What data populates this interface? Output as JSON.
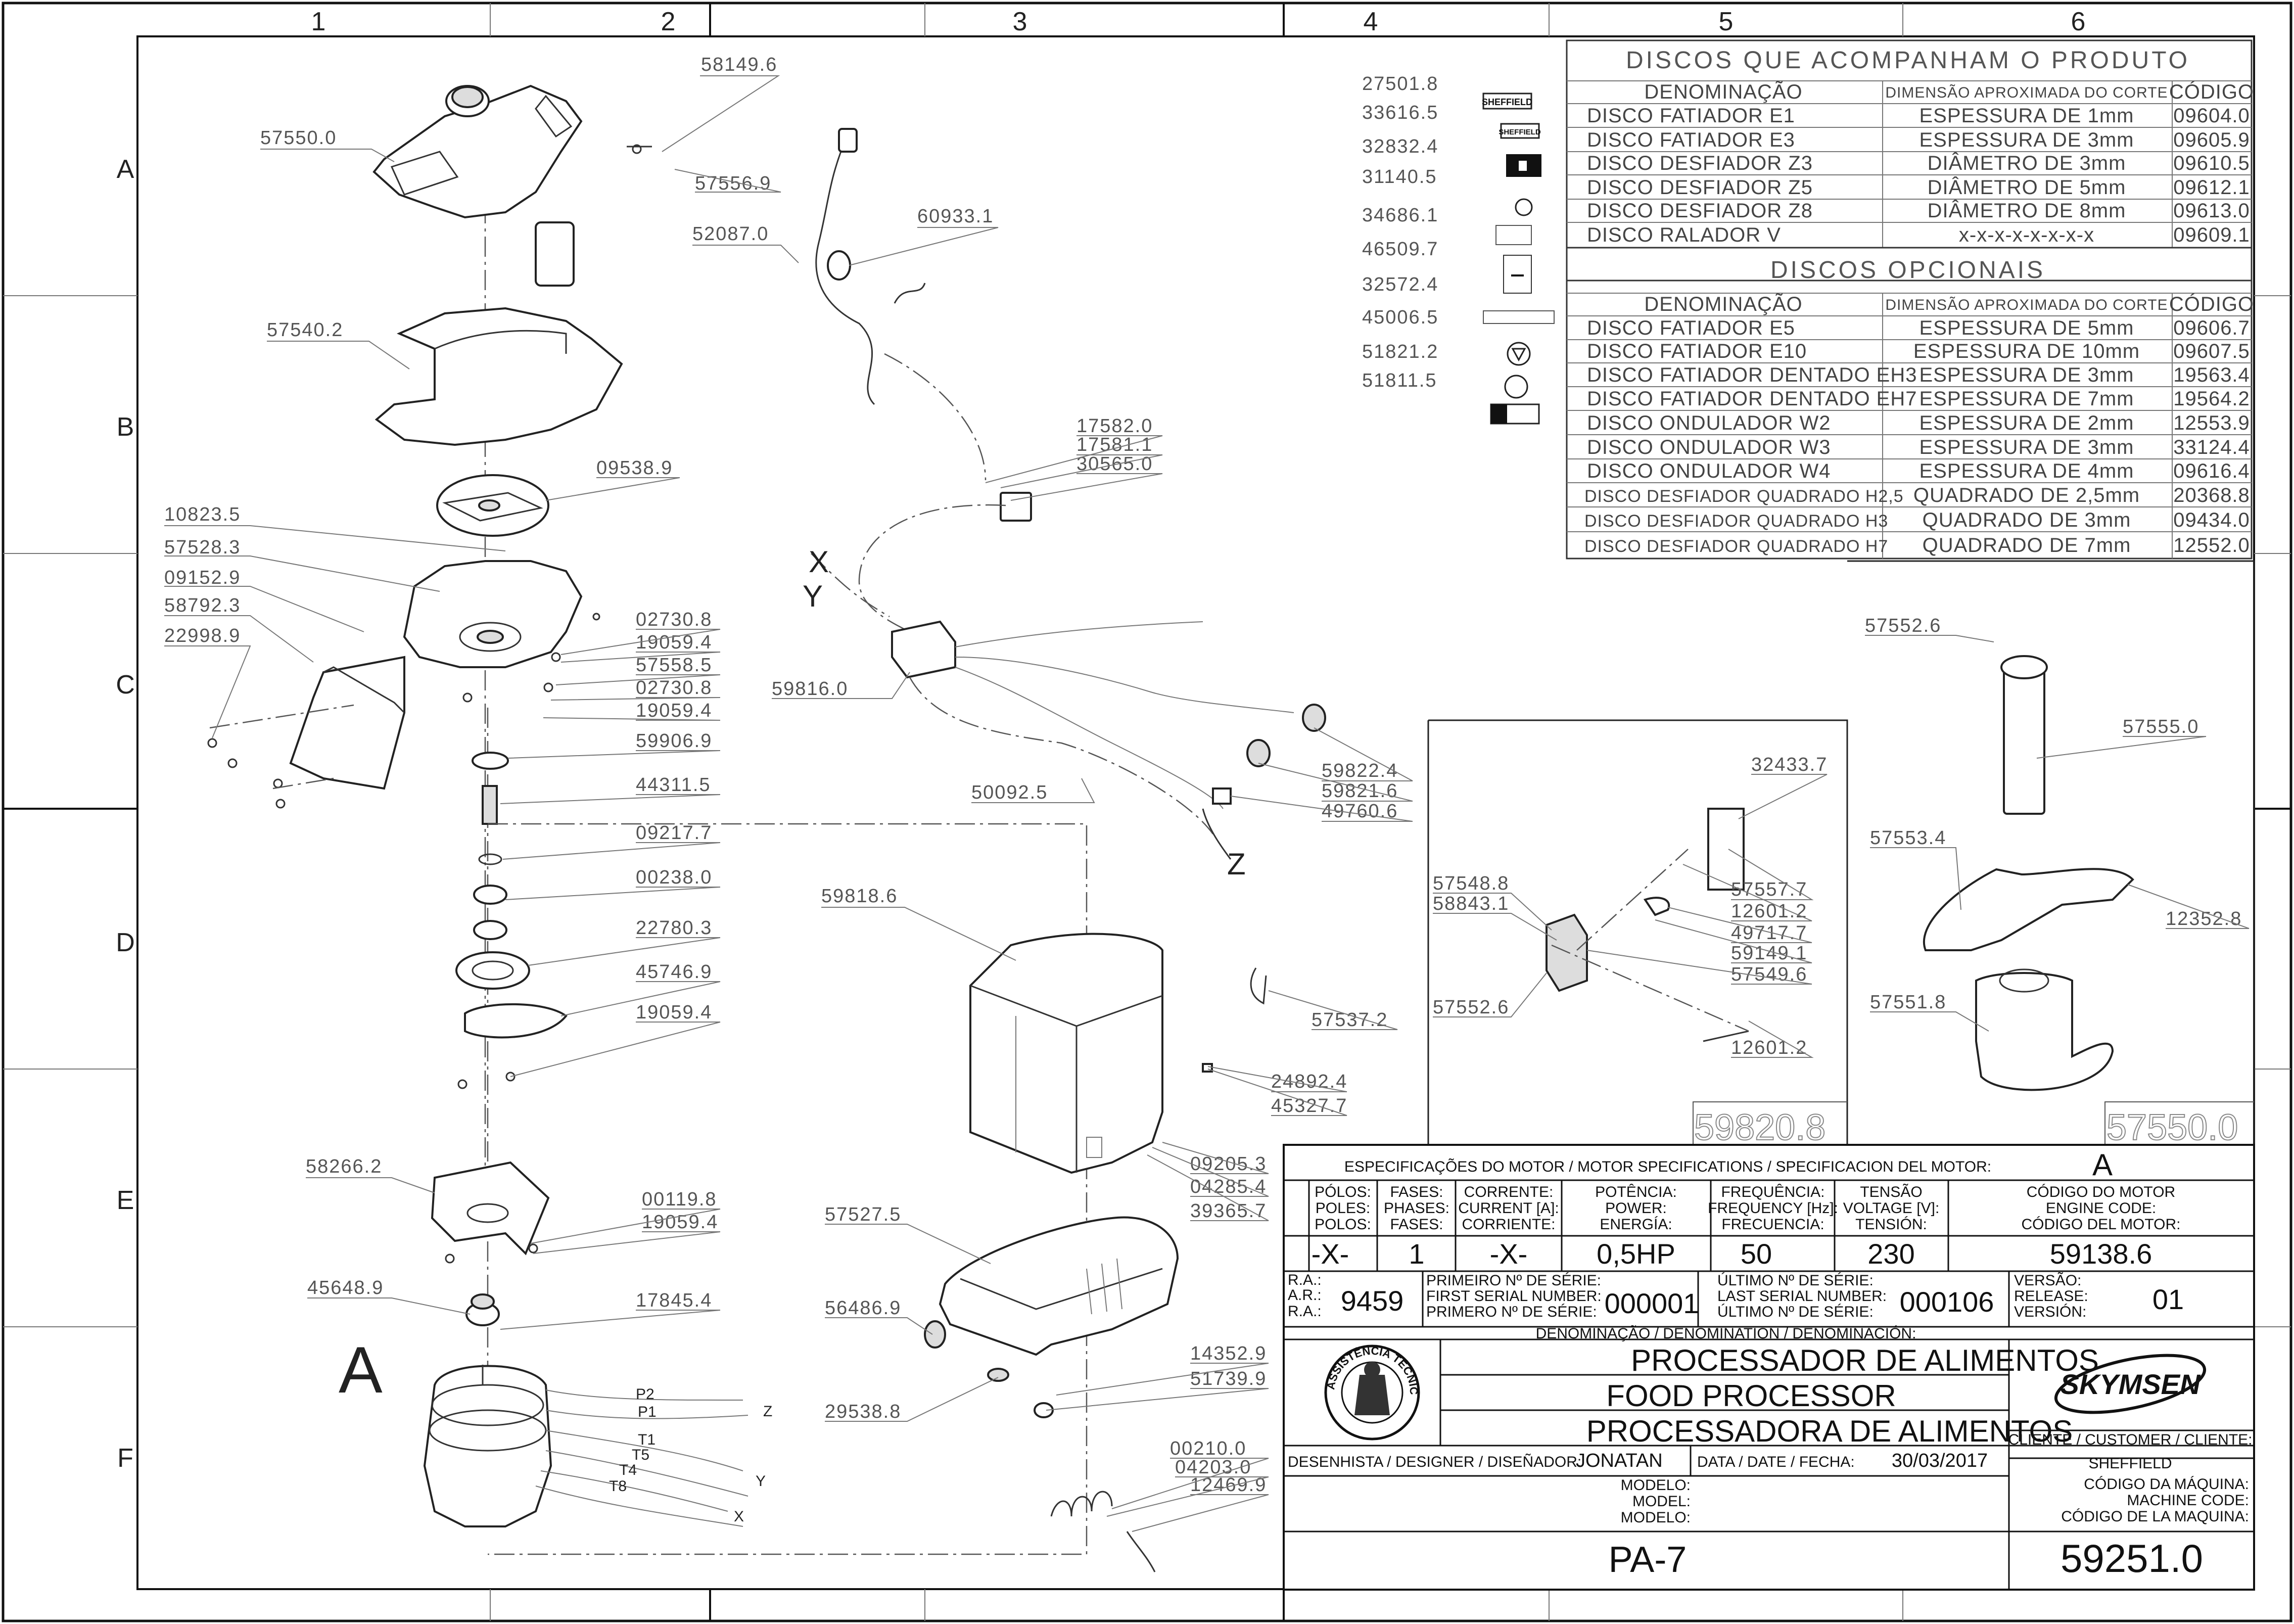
{
  "grid": {
    "columns": [
      "1",
      "2",
      "3",
      "4",
      "5",
      "6"
    ],
    "rows": [
      "A",
      "B",
      "C",
      "D",
      "E",
      "F"
    ]
  },
  "labels": {
    "L_58149_6": "58149.6",
    "L_57550_0": "57550.0",
    "L_57556_9": "57556.9",
    "L_52087_0": "52087.0",
    "L_60933_1": "60933.1",
    "L_57540_2": "57540.2",
    "L_09538_9": "09538.9",
    "L_10823_5": "10823.5",
    "L_57528_3": "57528.3",
    "L_09152_9": "09152.9",
    "L_58792_3": "58792.3",
    "L_22998_9": "22998.9",
    "L_02730_8a": "02730.8",
    "L_19059_4a": "19059.4",
    "L_57558_5": "57558.5",
    "L_02730_8b": "02730.8",
    "L_19059_4b": "19059.4",
    "L_59906_9": "59906.9",
    "L_44311_5": "44311.5",
    "L_09217_7": "09217.7",
    "L_00238_0": "00238.0",
    "L_22780_3": "22780.3",
    "L_45746_9": "45746.9",
    "L_19059_4c": "19059.4",
    "L_58266_2": "58266.2",
    "L_00119_8": "00119.8",
    "L_19059_4d": "19059.4",
    "L_45648_9": "45648.9",
    "L_17845_4": "17845.4",
    "L_17582_0": "17582.0",
    "L_17581_1": "17581.1",
    "L_30565_0": "30565.0",
    "L_59816_0": "59816.0",
    "L_50092_5": "50092.5",
    "L_59822_4": "59822.4",
    "L_59821_6": "59821.6",
    "L_49760_6": "49760.6",
    "L_59818_6": "59818.6",
    "L_57537_2": "57537.2",
    "L_24892_4": "24892.4",
    "L_45327_7": "45327.7",
    "L_09205_3": "09205.3",
    "L_04285_4": "04285.4",
    "L_39365_7": "39365.7",
    "L_57527_5": "57527.5",
    "L_56486_9": "56486.9",
    "L_29538_8": "29538.8",
    "L_14352_9": "14352.9",
    "L_51739_9": "51739.9",
    "L_00210_0": "00210.0",
    "L_04203_0": "04203.0",
    "L_12469_9": "12469.9",
    "L_27501_8": "27501.8",
    "L_33616_5": "33616.5",
    "L_32832_4": "32832.4",
    "L_31140_5": "31140.5",
    "L_34686_1": "34686.1",
    "L_46509_7": "46509.7",
    "L_32572_4": "32572.4",
    "L_45006_5": "45006.5",
    "L_51821_2": "51821.2",
    "L_51811_5": "51811.5",
    "L_32433_7": "32433.7",
    "L_57548_8": "57548.8",
    "L_58843_1": "58843.1",
    "L_57557_7": "57557.7",
    "L_12601_2a": "12601.2",
    "L_49717_7": "49717.7",
    "L_59149_1": "59149.1",
    "L_57549_6": "57549.6",
    "L_57552_6a": "57552.6",
    "L_12601_2b": "12601.2",
    "L_57552_6b": "57552.6",
    "L_57555_0": "57555.0",
    "L_57553_4": "57553.4",
    "L_12352_8": "12352.8",
    "L_57551_8": "57551.8",
    "wire_X": "X",
    "wire_Y": "Y",
    "wire_Z": "Z",
    "motor_letter": "A",
    "m_P2": "P2",
    "m_P1": "P1",
    "m_Z": "Z",
    "m_T1": "T1",
    "m_T5": "T5",
    "m_T4": "T4",
    "m_T8": "T8",
    "m_Y": "Y",
    "m_X": "X",
    "detail_a": "59820.8",
    "detail_b": "57550.0"
  },
  "stickers": {
    "sheffield_1": "SHEFFIELD",
    "sheffield_2": "SHEFFIELD"
  },
  "discs_included": {
    "title": "DISCOS QUE ACOMPANHAM O PRODUTO",
    "headers": [
      "DENOMINAÇÃO",
      "DIMENSÃO APROXIMADA DO CORTE",
      "CÓDIGO"
    ],
    "rows": [
      [
        "DISCO FATIADOR E1",
        "ESPESSURA DE 1mm",
        "09604.0"
      ],
      [
        "DISCO FATIADOR E3",
        "ESPESSURA DE 3mm",
        "09605.9"
      ],
      [
        "DISCO DESFIADOR Z3",
        "DIÂMETRO DE 3mm",
        "09610.5"
      ],
      [
        "DISCO DESFIADOR Z5",
        "DIÂMETRO DE 5mm",
        "09612.1"
      ],
      [
        "DISCO DESFIADOR Z8",
        "DIÂMETRO DE 8mm",
        "09613.0"
      ],
      [
        "DISCO RALADOR V",
        "x-x-x-x-x-x-x-x",
        "09609.1"
      ]
    ]
  },
  "discs_optional": {
    "title": "DISCOS OPCIONAIS",
    "headers": [
      "DENOMINAÇÃO",
      "DIMENSÃO APROXIMADA DO CORTE",
      "CÓDIGO"
    ],
    "rows": [
      [
        "DISCO FATIADOR E5",
        "ESPESSURA DE 5mm",
        "09606.7"
      ],
      [
        "DISCO FATIADOR E10",
        "ESPESSURA DE 10mm",
        "09607.5"
      ],
      [
        "DISCO FATIADOR DENTADO EH3",
        "ESPESSURA DE 3mm",
        "19563.4"
      ],
      [
        "DISCO FATIADOR DENTADO EH7",
        "ESPESSURA DE 7mm",
        "19564.2"
      ],
      [
        "DISCO ONDULADOR W2",
        "ESPESSURA DE 2mm",
        "12553.9"
      ],
      [
        "DISCO ONDULADOR W3",
        "ESPESSURA DE 3mm",
        "33124.4"
      ],
      [
        "DISCO ONDULADOR W4",
        "ESPESSURA DE 4mm",
        "09616.4"
      ],
      [
        "DISCO DESFIADOR QUADRADO H2,5",
        "QUADRADO DE 2,5mm",
        "20368.8"
      ],
      [
        "DISCO DESFIADOR QUADRADO H3",
        "QUADRADO DE 3mm",
        "09434.0"
      ],
      [
        "DISCO DESFIADOR QUADRADO H7",
        "QUADRADO DE 7mm",
        "12552.0"
      ]
    ]
  },
  "motor_spec": {
    "title": "ESPECIFICAÇÕES DO MOTOR / MOTOR SPECIFICATIONS / SPECIFICACION DEL MOTOR:",
    "letter": "A",
    "poles_label": [
      "PÓLOS:",
      "POLES:",
      "POLOS:"
    ],
    "phases_label": [
      "FASES:",
      "PHASES:",
      "FASES:"
    ],
    "current_label": [
      "CORRENTE:",
      "CURRENT [A]:",
      "CORRIENTE:"
    ],
    "power_label": [
      "POTÊNCIA:",
      "POWER:",
      "ENERGÍA:"
    ],
    "frequency_label": [
      "FREQUÊNCIA:",
      "FREQUENCY [Hz]:",
      "FRECUENCIA:"
    ],
    "voltage_label": [
      "TENSÃO",
      "VOLTAGE [V]:",
      "TENSIÓN:"
    ],
    "engine_code_label": [
      "CÓDIGO DO MOTOR",
      "ENGINE CODE:",
      "CÓDIGO DEL MOTOR:"
    ],
    "poles": "-X-",
    "phases": "1",
    "current": "-X-",
    "power": "0,5HP",
    "frequency": "50",
    "voltage": "230",
    "engine_code": "59138.6"
  },
  "serial": {
    "ra_label": [
      "R.A.:",
      "A.R.:",
      "R.A.:"
    ],
    "ra": "9459",
    "first_label": [
      "PRIMEIRO Nº DE SÉRIE:",
      "FIRST SERIAL NUMBER:",
      "PRIMERO Nº DE SÉRIE:"
    ],
    "first": "000001",
    "last_label": [
      "ÚLTIMO Nº DE SÉRIE:",
      "LAST SERIAL NUMBER:",
      "ÚLTIMO Nº DE SÉRIE:"
    ],
    "last": "000106",
    "version_label": [
      "VERSÃO:",
      "RELEASE:",
      "VERSIÓN:"
    ],
    "version": "01"
  },
  "denomination": {
    "label": "DENOMINAÇÃO / DENOMINATION / DENOMINACIÓN:",
    "pt": "PROCESSADOR DE ALIMENTOS",
    "en": "FOOD PROCESSOR",
    "es": "PROCESSADORA DE ALIMENTOS"
  },
  "seal_text": "ASSISTÊNCIA TÉCNICA AUTORIZADA",
  "brand": "SKYMSEN",
  "customer": {
    "label": "CLIENTE / CUSTOMER / CLIENTE:",
    "value": "SHEFFIELD"
  },
  "designer": {
    "label": "DESENHISTA / DESIGNER / DISEÑADOR:",
    "value": "JONATAN"
  },
  "date": {
    "label": "DATA / DATE / FECHA:",
    "value": "30/03/2017"
  },
  "model": {
    "label": [
      "MODELO:",
      "MODEL:",
      "MODELO:"
    ],
    "value": "PA-7"
  },
  "machine_code": {
    "label": [
      "CÓDIGO DA MÁQUINA:",
      "MACHINE CODE:",
      "CÓDIGO DE LA MAQUINA:"
    ],
    "value": "59251.0"
  }
}
